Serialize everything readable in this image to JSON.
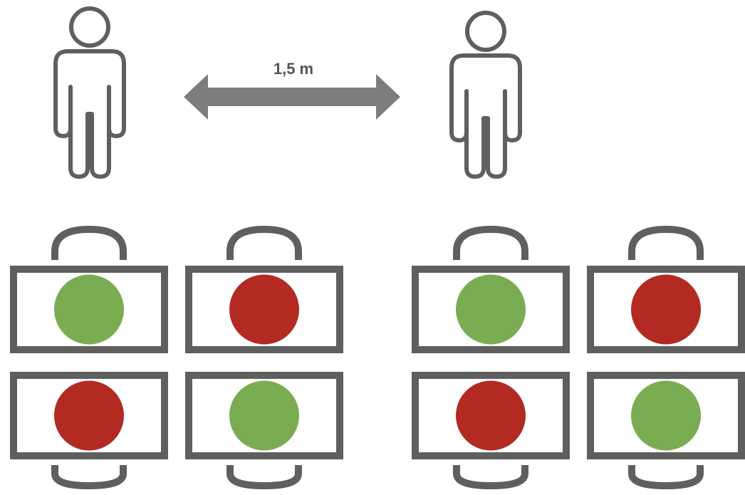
{
  "distance": {
    "label": "1,5 m"
  },
  "colors": {
    "stroke": "#5f5f5f",
    "arrow": "#7d7d7d",
    "label": "#555555",
    "occupied": "#7aad52",
    "blocked": "#b22a22",
    "background": "#ffffff"
  },
  "icons": {
    "person": "person-outline-icon",
    "chair": "chair-icon",
    "seat_marker": "circle"
  },
  "desk_groups": [
    {
      "name": "left",
      "rows": [
        [
          "occupied",
          "blocked"
        ],
        [
          "blocked",
          "occupied"
        ]
      ]
    },
    {
      "name": "right",
      "rows": [
        [
          "occupied",
          "blocked"
        ],
        [
          "blocked",
          "occupied"
        ]
      ]
    }
  ]
}
